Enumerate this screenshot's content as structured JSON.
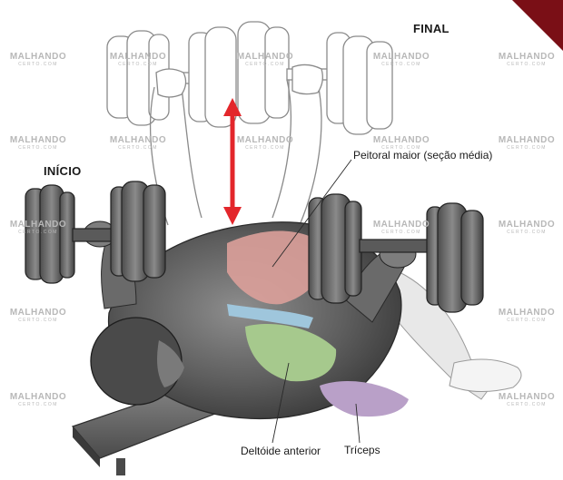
{
  "labels": {
    "final": "FINAL",
    "inicio": "INÍCIO",
    "peitoral": "Peitoral maior (seção média)",
    "deltoide": "Deltóide anterior",
    "triceps": "Tríceps"
  },
  "watermark": {
    "brand": "MALHANDO",
    "sub": "CERTO.COM"
  },
  "colors": {
    "arrow": "#e3262b",
    "pectoral": "#dba09a",
    "deltoid_blue": "#9fc6dc",
    "deltoid_green": "#a6c98d",
    "triceps": "#b9a0c8",
    "badge": "#7a0f16"
  }
}
